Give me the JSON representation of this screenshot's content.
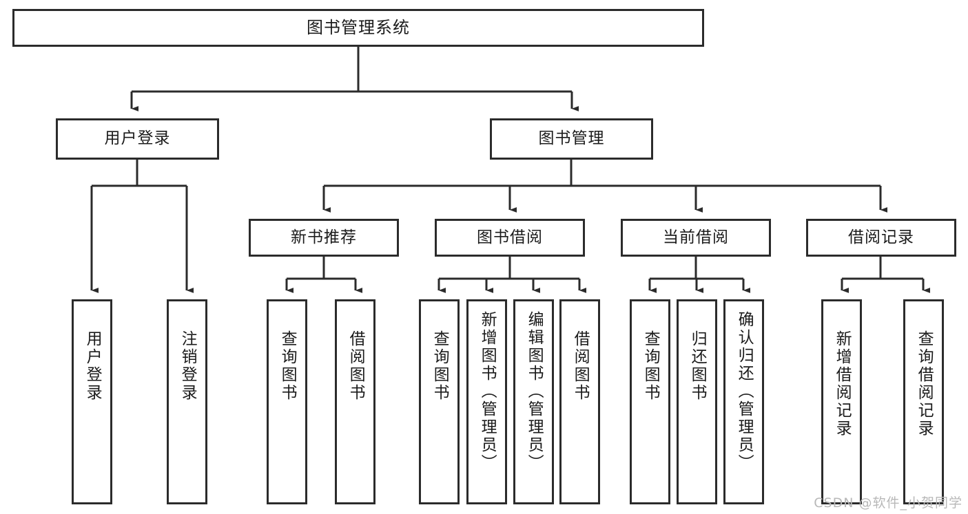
{
  "diagram": {
    "title": "图书管理系统",
    "type": "tree",
    "root": {
      "label": "图书管理系统"
    },
    "level2": [
      {
        "id": "user-login",
        "label": "用户登录"
      },
      {
        "id": "book-manage",
        "label": "图书管理"
      }
    ],
    "level3": [
      {
        "id": "new-book-recommend",
        "label": "新书推荐",
        "parent": "book-manage"
      },
      {
        "id": "book-borrow",
        "label": "图书借阅",
        "parent": "book-manage"
      },
      {
        "id": "current-borrow",
        "label": "当前借阅",
        "parent": "book-manage"
      },
      {
        "id": "borrow-record",
        "label": "借阅记录",
        "parent": "book-manage"
      }
    ],
    "leaves": {
      "user-login": [
        {
          "id": "leaf-user-login",
          "label": "用户登录"
        },
        {
          "id": "leaf-user-logout",
          "label": "注销登录"
        }
      ],
      "new-book-recommend": [
        {
          "id": "leaf-query-book-1",
          "label": "查询图书"
        },
        {
          "id": "leaf-borrow-book-1",
          "label": "借阅图书"
        }
      ],
      "book-borrow": [
        {
          "id": "leaf-query-book-2",
          "label": "查询图书"
        },
        {
          "id": "leaf-add-book",
          "label": "新增图书（管理员）"
        },
        {
          "id": "leaf-edit-book",
          "label": "编辑图书（管理员）"
        },
        {
          "id": "leaf-borrow-book-2",
          "label": "借阅图书"
        }
      ],
      "current-borrow": [
        {
          "id": "leaf-query-book-3",
          "label": "查询图书"
        },
        {
          "id": "leaf-return-book",
          "label": "归还图书"
        },
        {
          "id": "leaf-confirm-return",
          "label": "确认归还（管理员）"
        }
      ],
      "borrow-record": [
        {
          "id": "leaf-add-record",
          "label": "新增借阅记录"
        },
        {
          "id": "leaf-query-record",
          "label": "查询借阅记录"
        }
      ]
    },
    "colors": {
      "stroke": "#2b2b2b",
      "background": "#ffffff",
      "text": "#1b1b1b",
      "watermark": "#b8b8b8"
    }
  },
  "watermark": {
    "text": "CSDN @软件_小贺同学"
  }
}
